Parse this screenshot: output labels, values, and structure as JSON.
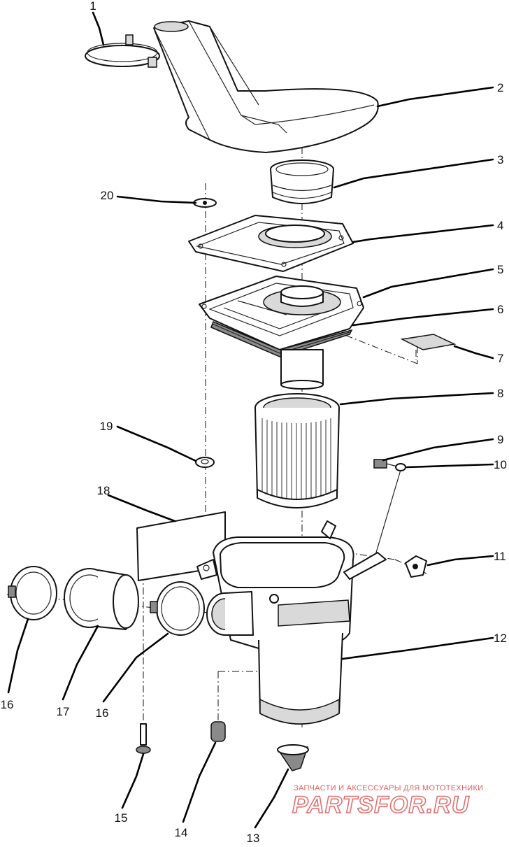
{
  "diagram": {
    "callouts": [
      {
        "id": "1",
        "text": "1"
      },
      {
        "id": "2",
        "text": "2"
      },
      {
        "id": "3",
        "text": "3"
      },
      {
        "id": "4",
        "text": "4"
      },
      {
        "id": "5",
        "text": "5"
      },
      {
        "id": "6",
        "text": "6"
      },
      {
        "id": "7",
        "text": "7"
      },
      {
        "id": "8",
        "text": "8"
      },
      {
        "id": "9",
        "text": "9"
      },
      {
        "id": "10",
        "text": "10"
      },
      {
        "id": "11",
        "text": "11"
      },
      {
        "id": "12",
        "text": "12"
      },
      {
        "id": "13",
        "text": "13"
      },
      {
        "id": "14",
        "text": "14"
      },
      {
        "id": "15",
        "text": "15"
      },
      {
        "id": "16a",
        "text": "16"
      },
      {
        "id": "16b",
        "text": "16"
      },
      {
        "id": "17",
        "text": "17"
      },
      {
        "id": "18",
        "text": "18"
      },
      {
        "id": "19",
        "text": "19"
      },
      {
        "id": "20",
        "text": "20"
      }
    ]
  },
  "watermark": {
    "tagline": "ЗАПЧАСТИ И АКСЕССУАРЫ ДЛЯ МОТОТЕХНИКИ",
    "logo": "PARTSFOR.RU"
  }
}
